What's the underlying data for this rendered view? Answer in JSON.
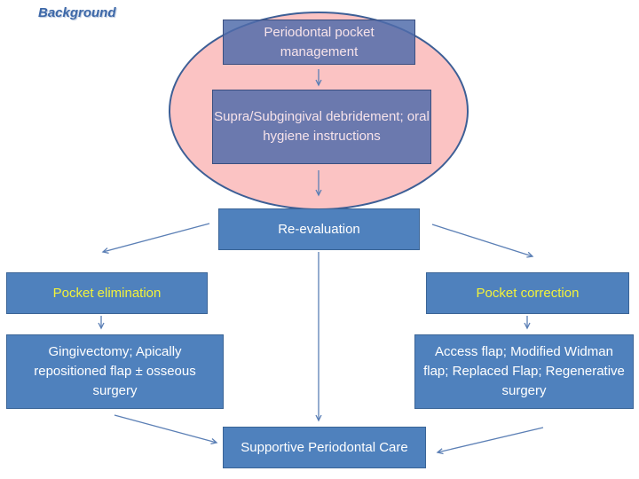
{
  "header": {
    "title": "Background"
  },
  "nodes": {
    "pocket_management": "Periodontal pocket management",
    "debridement": "Supra/Subgingival debridement; oral hygiene instructions",
    "reevaluation": "Re-evaluation",
    "pocket_elimination": "Pocket elimination",
    "pocket_correction": "Pocket correction",
    "elimination_procedures": "Gingivectomy; Apically repositioned flap ± osseous surgery",
    "correction_procedures": "Access flap; Modified Widman flap; Replaced Flap; Regenerative surgery",
    "supportive_care": "Supportive Periodontal Care"
  },
  "colors": {
    "box_fill": "#4f81bd",
    "box_border": "#3a6496",
    "ellipse_fill": "#fbc3c3",
    "highlight_text": "#f2f23a",
    "arrow": "#5b7fb5"
  }
}
